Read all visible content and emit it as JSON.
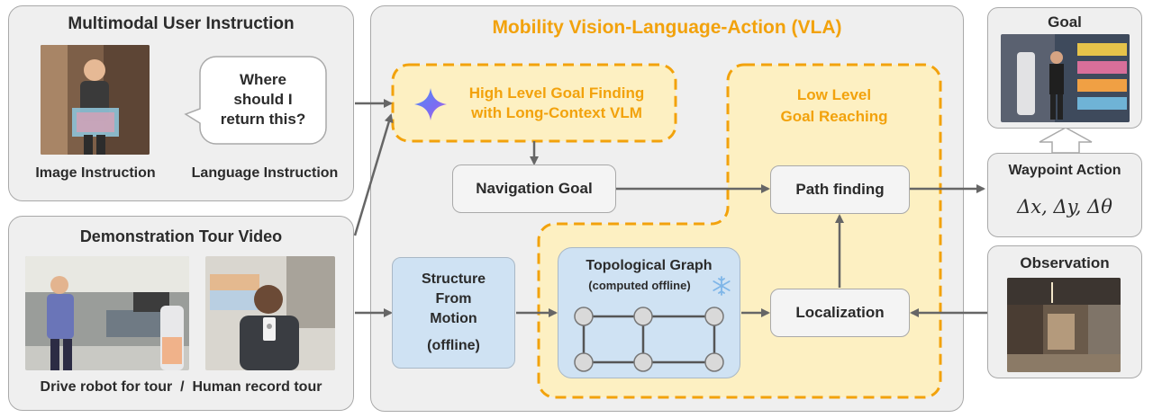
{
  "multimodal": {
    "title": "Multimodal User Instruction",
    "speech": [
      "Where",
      "should I",
      "return this?"
    ],
    "image_caption": "Image Instruction",
    "language_caption": "Language Instruction"
  },
  "demo": {
    "title": "Demonstration Tour Video",
    "caption": "Drive robot for tour  /  Human record tour"
  },
  "vla": {
    "title": "Mobility Vision-Language-Action (VLA)",
    "high_level": [
      "High Level Goal Finding",
      "with Long-Context VLM"
    ],
    "low_level": [
      "Low Level",
      "Goal Reaching"
    ],
    "nav_goal": "Navigation Goal",
    "path_finding": "Path finding",
    "localization": "Localization",
    "sfm": [
      "Structure",
      "From",
      "Motion",
      "(offline)"
    ],
    "topo_title": "Topological Graph",
    "topo_sub": "(computed offline)"
  },
  "right": {
    "goal_title": "Goal",
    "waypoint_title": "Waypoint Action",
    "waypoint_math": "Δx, Δy, Δθ",
    "observation_title": "Observation"
  },
  "colors": {
    "orange": "#f2a20c",
    "yellow_fill": "#fdf0c2",
    "blue_fill": "#cfe2f3",
    "gray_panel": "#efefef",
    "arrow": "#666666"
  },
  "icons": [
    "gemini-sparkle-icon",
    "snowflake-icon"
  ]
}
